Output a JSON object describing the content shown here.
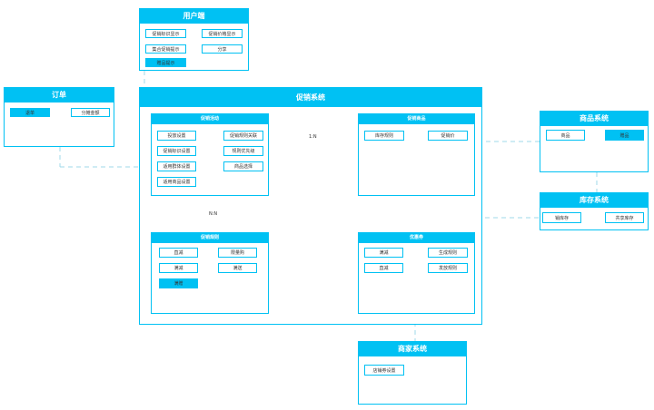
{
  "modules": {
    "user_end": {
      "title": "用户端",
      "items": [
        "促销标识显示",
        "促销价格显示",
        "集合促销提示",
        "分享",
        "赠品提示"
      ]
    },
    "order": {
      "title": "订单",
      "items": [
        "退单",
        "分摊金额"
      ]
    },
    "promo_system": {
      "title": "促销系统"
    },
    "promo_activity": {
      "title": "促销活动",
      "items": [
        "投放设置",
        "促销规则关联",
        "促销标识设置",
        "规则优先级",
        "适用群体设置",
        "商品选择",
        "适用商品设置"
      ]
    },
    "promo_goods": {
      "title": "促销商品",
      "items": [
        "库存规则",
        "促销价"
      ]
    },
    "promo_rules": {
      "title": "促销规则",
      "items": [
        "直减",
        "限量购",
        "满减",
        "满送",
        "满赠"
      ]
    },
    "coupon": {
      "title": "优惠券",
      "items": [
        "满减",
        "生成规则",
        "直减",
        "发放规则"
      ]
    },
    "goods_system": {
      "title": "商品系统",
      "items": [
        "商品",
        "赠品"
      ]
    },
    "stock_system": {
      "title": "库存系统",
      "items": [
        "销库存",
        "共享库存"
      ]
    },
    "merchant_system": {
      "title": "商家系统",
      "items": [
        "店铺券设置"
      ]
    }
  },
  "relations": {
    "activity_goods": "1:N",
    "activity_rules": "N:N"
  },
  "colors": {
    "accent": "#00c1f3",
    "line": "#9fd8ea"
  }
}
